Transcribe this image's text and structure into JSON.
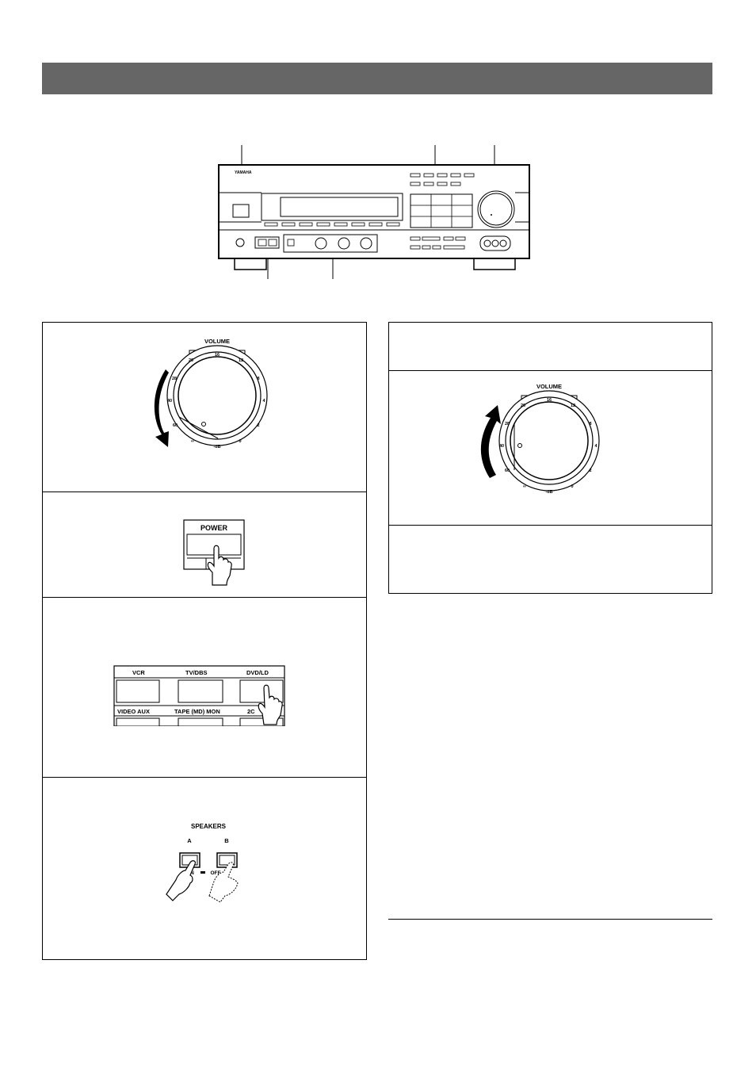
{
  "page": {
    "header_bar_color": "#666666"
  },
  "receiver": {
    "brand": "YAMAHA"
  },
  "left_column": {
    "step1": {
      "volume_label": "VOLUME",
      "scale": {
        "s16": "16",
        "s20": "20",
        "s12": "12",
        "s28": "28",
        "s8": "8",
        "s40": "40",
        "s4": "4",
        "s60": "60",
        "s2": "2",
        "sinf": "∞",
        "s0": "0",
        "db": "-dB"
      }
    },
    "step2": {
      "power_label": "POWER"
    },
    "step3": {
      "top_row": [
        "VCR",
        "TV/DBS",
        "DVD/LD"
      ],
      "bottom_row": [
        "VIDEO AUX",
        "TAPE (MD) MON",
        "2C"
      ]
    },
    "step4": {
      "speakers_label": "SPEAKERS",
      "a_label": "A",
      "b_label": "B",
      "on_label": "ON",
      "off_label": "OFF"
    }
  },
  "right_column": {
    "step1": {
      "volume_label": "VOLUME",
      "scale": {
        "s16": "16",
        "s20": "20",
        "s12": "12",
        "s28": "28",
        "s8": "8",
        "s40": "40",
        "s4": "4",
        "s60": "60",
        "s2": "2",
        "sinf": "∞",
        "s0": "0",
        "db": "-dB"
      }
    }
  }
}
